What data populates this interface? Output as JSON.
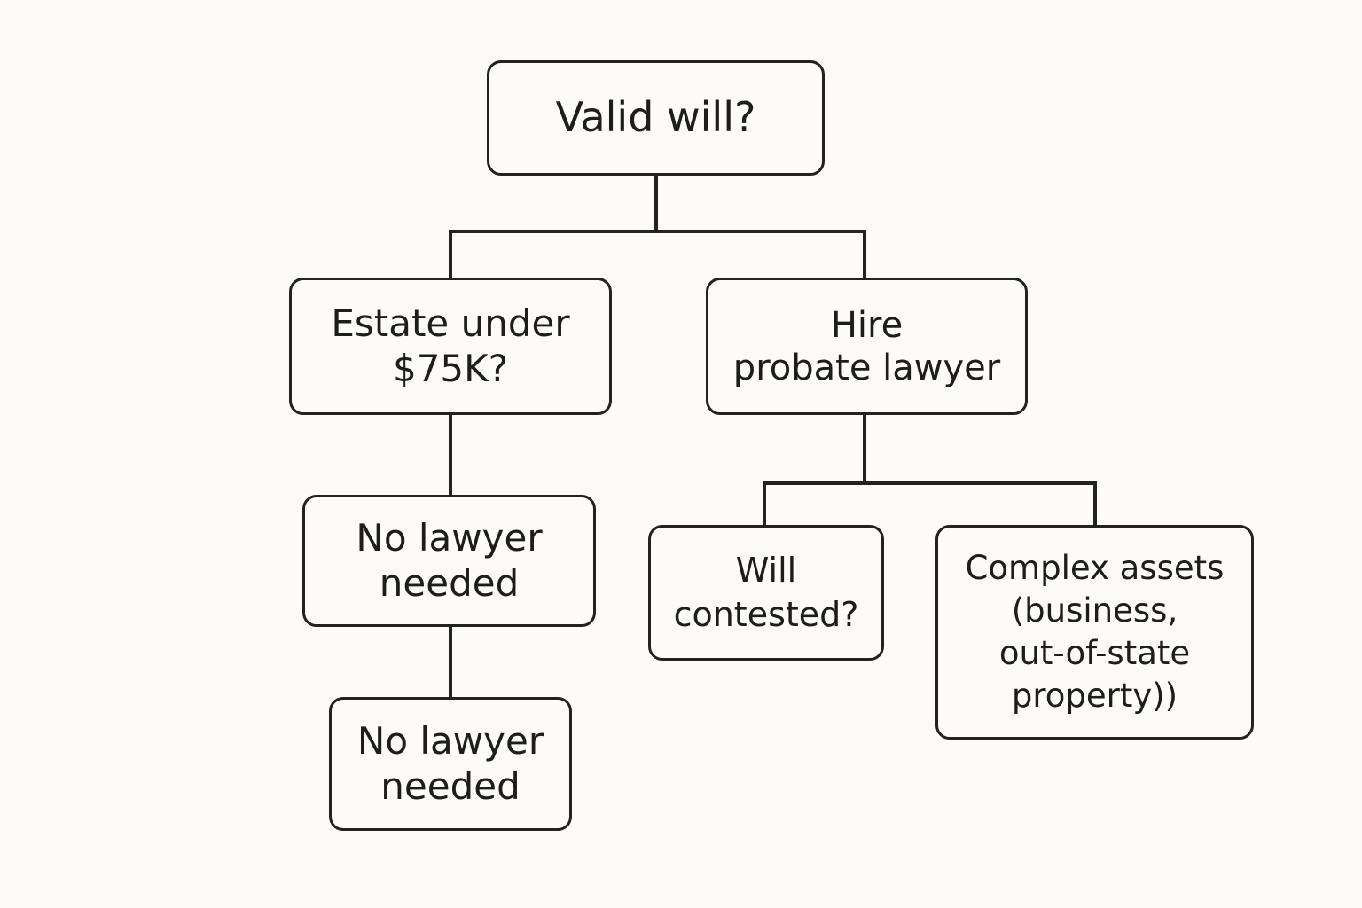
{
  "colors": {
    "background": "#fcfbf7",
    "stroke": "#222222",
    "text": "#1d1d1d"
  },
  "nodes": {
    "valid_will": "Valid will?",
    "estate_under": "Estate under\n$75K?",
    "hire_lawyer": "Hire\nprobate lawyer",
    "no_lawyer_1": "No lawyer\nneeded",
    "no_lawyer_2": "No lawyer\nneeded",
    "will_contested": "Will\ncontested?",
    "complex_assets": "Complex assets\n(business,\nout-of-state\nproperty))"
  },
  "edges": [
    {
      "from": "valid_will",
      "to": "estate_under"
    },
    {
      "from": "valid_will",
      "to": "hire_lawyer"
    },
    {
      "from": "estate_under",
      "to": "no_lawyer_1"
    },
    {
      "from": "no_lawyer_1",
      "to": "no_lawyer_2"
    },
    {
      "from": "hire_lawyer",
      "to": "will_contested"
    },
    {
      "from": "hire_lawyer",
      "to": "complex_assets"
    }
  ]
}
